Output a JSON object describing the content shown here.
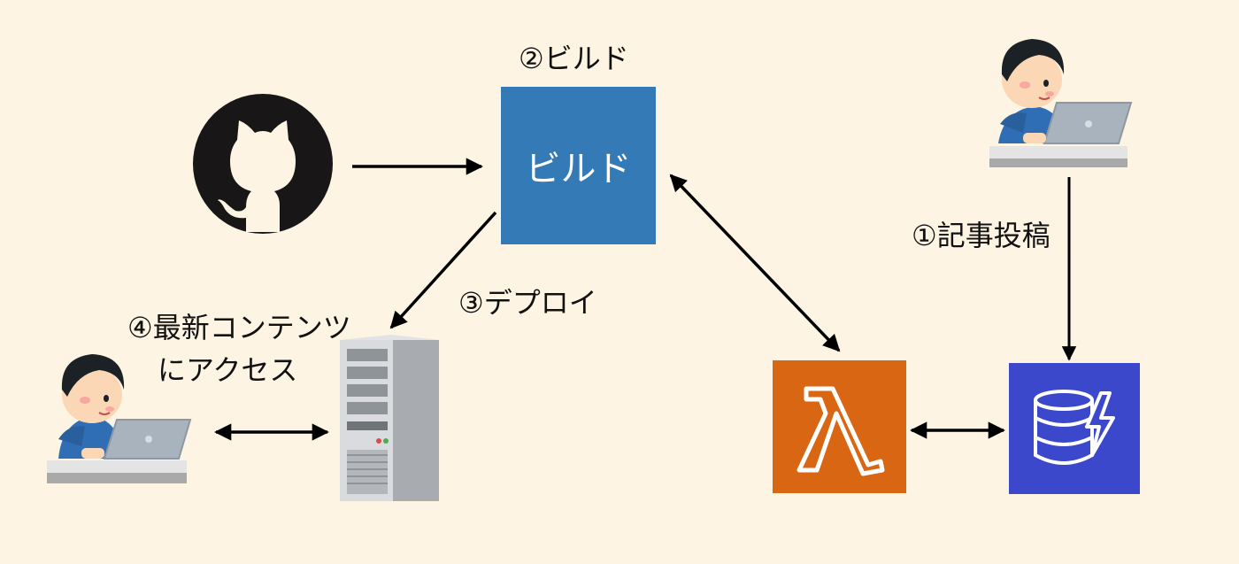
{
  "labels": {
    "step_build": "②ビルド",
    "build_box": "ビルド",
    "step_post": "①記事投稿",
    "step_deploy": "③デプロイ",
    "step_access_line1": "④最新コンテンツ",
    "step_access_line2": "にアクセス"
  },
  "icons": {
    "github": "github-octocat-icon",
    "author": "person-at-laptop-icon",
    "reader": "person-at-laptop-icon",
    "server": "server-tower-icon",
    "lambda": "aws-lambda-icon",
    "dynamodb": "aws-dynamodb-icon"
  },
  "colors": {
    "background": "#fdf4e3",
    "build": "#337ab7",
    "lambda": "#d86613",
    "dynamodb": "#3b48cc"
  }
}
